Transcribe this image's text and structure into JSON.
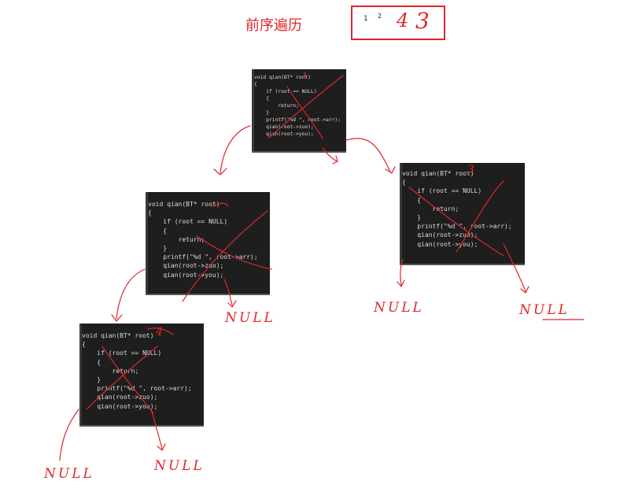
{
  "title": "前序遍历",
  "result": {
    "v1": "1",
    "v2": "2",
    "v3": "4",
    "v4": "3"
  },
  "code_lines": [
    "void qian(BT* root)",
    "{",
    "    if (root == NULL)",
    "    {",
    "        return;",
    "    }",
    "    printf(\"%d \", root->arr);",
    "    qian(root->zuo);",
    "    qian(root->you);",
    "}"
  ],
  "null_label": "NULL",
  "annotation_marks": {
    "c1": "1",
    "c3": "3",
    "c4": "4"
  },
  "colors": {
    "ink": "#e0262b",
    "code_bg": "#1e1e1e"
  }
}
